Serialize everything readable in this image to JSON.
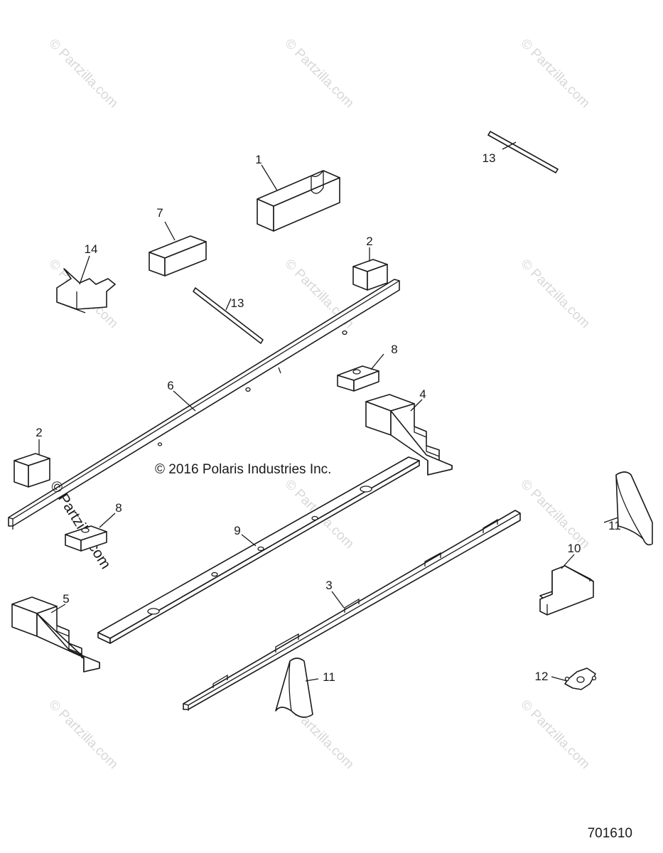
{
  "watermark_text": "© Partzilla.com",
  "copyright": "© 2016 Polaris Industries Inc.",
  "figure_number": "701610",
  "callouts": {
    "c1": "1",
    "c2a": "2",
    "c2b": "2",
    "c3": "3",
    "c4": "4",
    "c5": "5",
    "c6": "6",
    "c7": "7",
    "c8a": "8",
    "c8b": "8",
    "c9": "9",
    "c10": "10",
    "c11a": "11",
    "c11b": "11",
    "c12": "12",
    "c13a": "13",
    "c13b": "13",
    "c14": "14"
  }
}
